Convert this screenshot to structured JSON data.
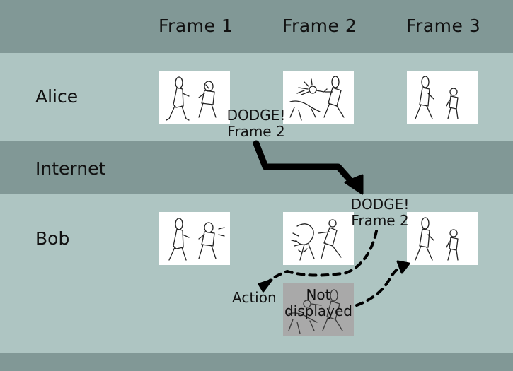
{
  "columns": [
    "Frame 1",
    "Frame 2",
    "Frame 3"
  ],
  "rows": {
    "alice": "Alice",
    "internet": "Internet",
    "bob": "Bob"
  },
  "alice_note": {
    "line1": "DODGE!",
    "line2": "Frame 2"
  },
  "bob_note": {
    "line1": "DODGE!",
    "line2": "Frame 2"
  },
  "action_label": "Action",
  "not_displayed": {
    "line1": "Not",
    "line2": "displayed"
  },
  "colors": {
    "band_dark": "#819896",
    "band_light": "#aec5c2",
    "frame_bg": "#ffffff",
    "ghost_bg": "#a9a9a9",
    "ink": "#111111"
  }
}
